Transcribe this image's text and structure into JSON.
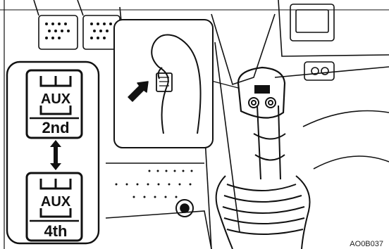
{
  "figure_code": "AO0B037",
  "aux_mode_top": {
    "aux_label": "AUX",
    "mode_label": "2nd"
  },
  "aux_mode_bottom": {
    "aux_label": "AUX",
    "mode_label": "4th"
  },
  "switch_direction_icon": "up-down-arrow-icon",
  "push_indicator_icon": "pointing-arrow-icon",
  "colors": {
    "line": "#111111",
    "background": "#ffffff"
  }
}
